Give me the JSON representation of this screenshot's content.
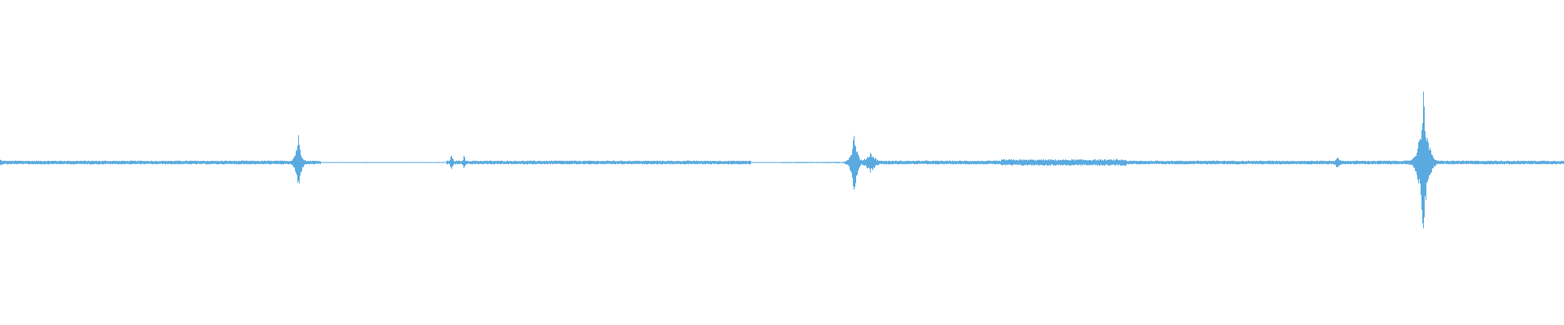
{
  "waveform": {
    "color": "#5aaae0",
    "baseline_amplitude": 0.012,
    "spikes": [
      {
        "position": 0.0,
        "amplitude": 0.02,
        "decay": 0.003
      },
      {
        "position": 0.1905,
        "amplitude": 0.19,
        "decay": 0.0018
      },
      {
        "position": 0.2885,
        "amplitude": 0.06,
        "decay": 0.001
      },
      {
        "position": 0.2965,
        "amplitude": 0.05,
        "decay": 0.001
      },
      {
        "position": 0.546,
        "amplitude": 0.22,
        "decay": 0.0018
      },
      {
        "position": 0.5565,
        "amplitude": 0.07,
        "decay": 0.0035
      },
      {
        "position": 0.855,
        "amplitude": 0.05,
        "decay": 0.0015
      },
      {
        "position": 0.91,
        "amplitude": 0.48,
        "decay": 0.0025
      }
    ],
    "quiet_segments": [
      {
        "start": 0.205,
        "end": 0.285,
        "amplitude": 0.003
      },
      {
        "start": 0.48,
        "end": 0.5,
        "amplitude": 0.002
      },
      {
        "start": 0.5,
        "end": 0.54,
        "amplitude": 0.004
      }
    ],
    "busy_segments": [
      {
        "start": 0.64,
        "end": 0.72,
        "amplitude": 0.02
      }
    ]
  }
}
